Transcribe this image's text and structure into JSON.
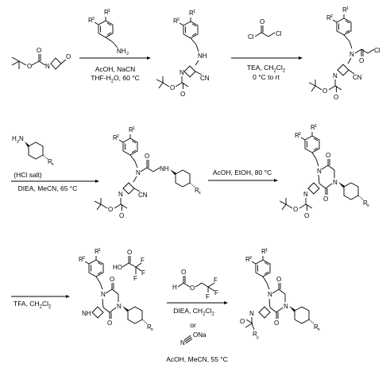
{
  "reagents": {
    "step1": {
      "line1": "AcOH, NaCN",
      "line2": "THF-H",
      "line2_sub": "2",
      "line2_tail": "O, 60 °C"
    },
    "step2": {
      "line1": "TEA, CH",
      "line1_sub1": "2",
      "line1_mid": "Cl",
      "line1_sub2": "2",
      "line2": "0 °C to rt"
    },
    "step3": {
      "line1": "(HCl salt)",
      "line2": "DIEA, MeCN, 65 °C"
    },
    "step4": {
      "line1": "AcOH, EtOH, 80 °C"
    },
    "step5": {
      "line1": "TFA, CH",
      "line1_sub1": "2",
      "line1_mid": "Cl",
      "line1_sub2": "2"
    },
    "step6": {
      "line1": "DIEA, CH",
      "line1_sub1": "2",
      "line1_mid": "Cl",
      "line1_sub2": "2",
      "or": "or",
      "line3": "AcOH, MeCN, 55 °C"
    }
  },
  "atoms": {
    "N": "N",
    "O": "O",
    "NH": "NH",
    "NH2": "NH",
    "NH2_sub": "2",
    "CN": "CN",
    "Cl": "Cl",
    "HO": "HO",
    "H": "H",
    "F": "F",
    "ONa": "ONa",
    "NC": "N",
    "R1": "R",
    "R1_sup": "1",
    "R2": "R",
    "R2_sup": "2",
    "Rx": "R",
    "Rx_sup": "x",
    "Ry": "R",
    "Ry_sup": "y"
  }
}
